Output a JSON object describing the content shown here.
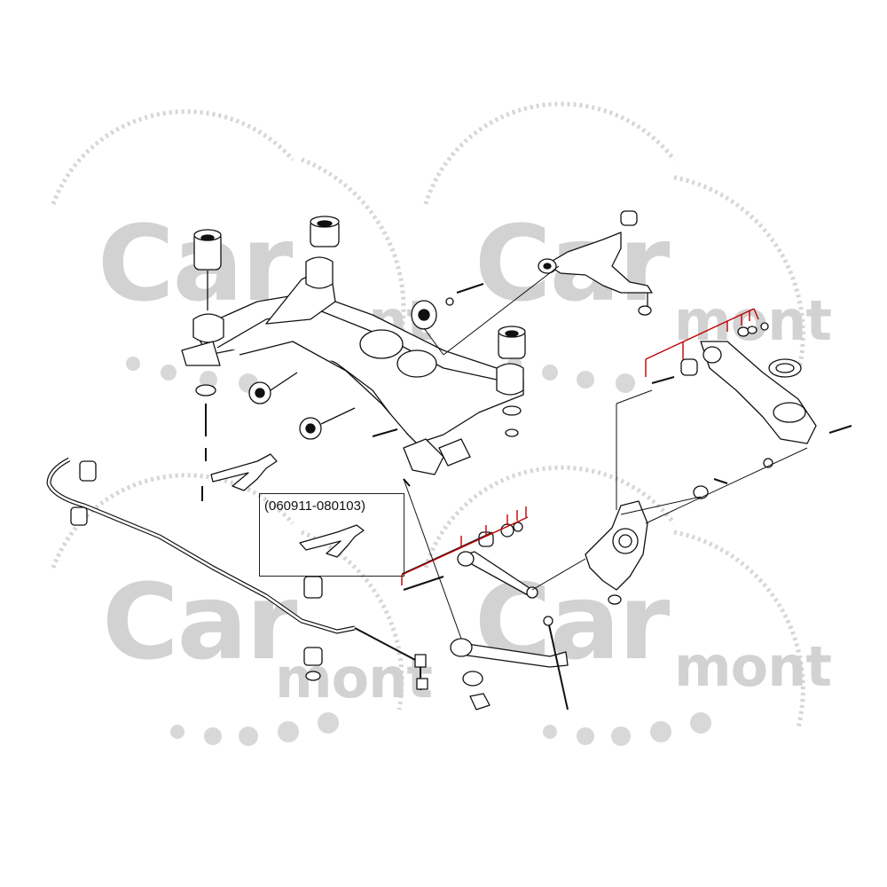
{
  "watermark": {
    "word_car": "Car",
    "word_mont": "mont",
    "color": "#d2d2d2"
  },
  "diagram": {
    "callout_label": "(060911-080103)",
    "line_color": "#111111",
    "highlight_color": "#c00000",
    "parts": [
      "crossmember",
      "crossmember-front-bushing-left",
      "crossmember-front-bushing-right",
      "crossmember-rear-bushing",
      "upper-arm",
      "lower-arm",
      "knuckle",
      "toe-control-link",
      "trailing-link",
      "stabilizer-bar",
      "stabilizer-link",
      "stabilizer-bracket"
    ]
  }
}
